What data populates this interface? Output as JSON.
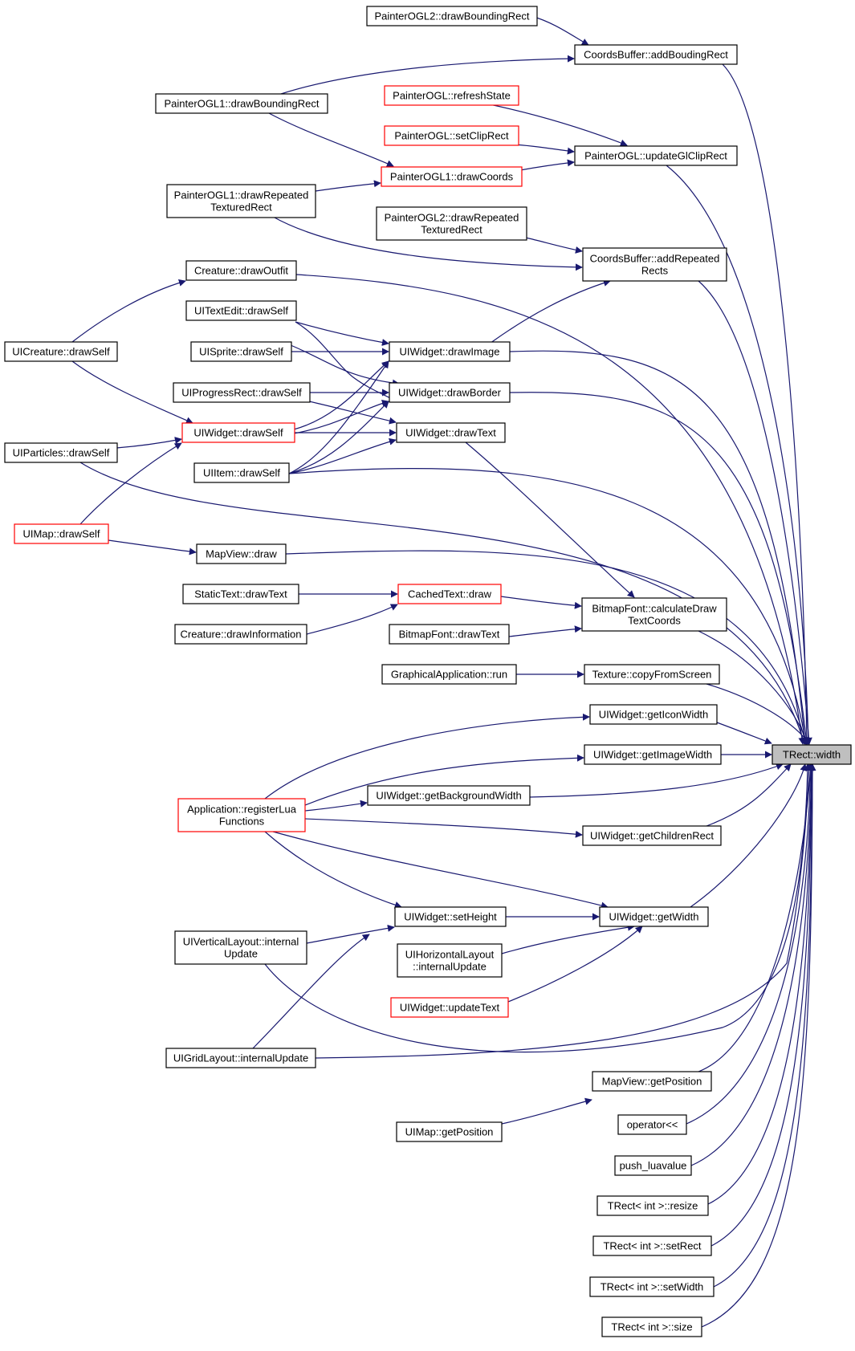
{
  "nodes": [
    {
      "id": "painterogl2-drawbounding",
      "lines": [
        "PainterOGL2::drawBoundingRect"
      ],
      "border": "black"
    },
    {
      "id": "coordsbuffer-addbouding",
      "lines": [
        "CoordsBuffer::addBoudingRect"
      ],
      "border": "black"
    },
    {
      "id": "painterogl1-drawbounding",
      "lines": [
        "PainterOGL1::drawBoundingRect"
      ],
      "border": "black"
    },
    {
      "id": "painterogl-refreshstate",
      "lines": [
        "PainterOGL::refreshState"
      ],
      "border": "red"
    },
    {
      "id": "painterogl-setcliprect",
      "lines": [
        "PainterOGL::setClipRect"
      ],
      "border": "red"
    },
    {
      "id": "painterogl-updateglcliprect",
      "lines": [
        "PainterOGL::updateGlClipRect"
      ],
      "border": "black"
    },
    {
      "id": "painterogl1-drawcoords",
      "lines": [
        "PainterOGL1::drawCoords"
      ],
      "border": "red"
    },
    {
      "id": "painterogl1-drawrepeated",
      "lines": [
        "PainterOGL1::drawRepeated",
        "TexturedRect"
      ],
      "border": "black"
    },
    {
      "id": "painterogl2-drawrepeated",
      "lines": [
        "PainterOGL2::drawRepeated",
        "TexturedRect"
      ],
      "border": "black"
    },
    {
      "id": "coordsbuffer-addrepeated",
      "lines": [
        "CoordsBuffer::addRepeated",
        "Rects"
      ],
      "border": "black"
    },
    {
      "id": "creature-drawoutfit",
      "lines": [
        "Creature::drawOutfit"
      ],
      "border": "black"
    },
    {
      "id": "uitextedit-drawself",
      "lines": [
        "UITextEdit::drawSelf"
      ],
      "border": "black"
    },
    {
      "id": "uicreature-drawself",
      "lines": [
        "UICreature::drawSelf"
      ],
      "border": "black"
    },
    {
      "id": "uisprite-drawself",
      "lines": [
        "UISprite::drawSelf"
      ],
      "border": "black"
    },
    {
      "id": "uiwidget-drawimage",
      "lines": [
        "UIWidget::drawImage"
      ],
      "border": "black"
    },
    {
      "id": "uiprogressrect-drawself",
      "lines": [
        "UIProgressRect::drawSelf"
      ],
      "border": "black"
    },
    {
      "id": "uiwidget-drawborder",
      "lines": [
        "UIWidget::drawBorder"
      ],
      "border": "black"
    },
    {
      "id": "uiwidget-drawself",
      "lines": [
        "UIWidget::drawSelf"
      ],
      "border": "red"
    },
    {
      "id": "uiwidget-drawtext",
      "lines": [
        "UIWidget::drawText"
      ],
      "border": "black"
    },
    {
      "id": "uiparticles-drawself",
      "lines": [
        "UIParticles::drawSelf"
      ],
      "border": "black"
    },
    {
      "id": "uiitem-drawself",
      "lines": [
        "UIItem::drawSelf"
      ],
      "border": "black"
    },
    {
      "id": "uimap-drawself",
      "lines": [
        "UIMap::drawSelf"
      ],
      "border": "red"
    },
    {
      "id": "mapview-draw",
      "lines": [
        "MapView::draw"
      ],
      "border": "black"
    },
    {
      "id": "statictext-drawtext",
      "lines": [
        "StaticText::drawText"
      ],
      "border": "black"
    },
    {
      "id": "cachedtext-draw",
      "lines": [
        "CachedText::draw"
      ],
      "border": "red"
    },
    {
      "id": "bitmapfont-calculatedraw",
      "lines": [
        "BitmapFont::calculateDraw",
        "TextCoords"
      ],
      "border": "black"
    },
    {
      "id": "creature-drawinformation",
      "lines": [
        "Creature::drawInformation"
      ],
      "border": "black"
    },
    {
      "id": "bitmapfont-drawtext",
      "lines": [
        "BitmapFont::drawText"
      ],
      "border": "black"
    },
    {
      "id": "graphicalapplication-run",
      "lines": [
        "GraphicalApplication::run"
      ],
      "border": "black"
    },
    {
      "id": "texture-copyfromscreen",
      "lines": [
        "Texture::copyFromScreen"
      ],
      "border": "black"
    },
    {
      "id": "uiwidget-geticonwidth",
      "lines": [
        "UIWidget::getIconWidth"
      ],
      "border": "black"
    },
    {
      "id": "uiwidget-getimagewidth",
      "lines": [
        "UIWidget::getImageWidth"
      ],
      "border": "black"
    },
    {
      "id": "trect-width",
      "lines": [
        "TRect::width"
      ],
      "border": "black",
      "fill": "gray"
    },
    {
      "id": "uiwidget-getbackgroundwidth",
      "lines": [
        "UIWidget::getBackgroundWidth"
      ],
      "border": "black"
    },
    {
      "id": "application-registerlua",
      "lines": [
        "Application::registerLua",
        "Functions"
      ],
      "border": "red"
    },
    {
      "id": "uiwidget-getchildrenrect",
      "lines": [
        "UIWidget::getChildrenRect"
      ],
      "border": "black"
    },
    {
      "id": "uiwidget-setheight",
      "lines": [
        "UIWidget::setHeight"
      ],
      "border": "black"
    },
    {
      "id": "uiwidget-getwidth",
      "lines": [
        "UIWidget::getWidth"
      ],
      "border": "black"
    },
    {
      "id": "uiverticallayout-internal",
      "lines": [
        "UIVerticalLayout::internal",
        "Update"
      ],
      "border": "black"
    },
    {
      "id": "uihorizontallayout-internal",
      "lines": [
        "UIHorizontalLayout",
        "::internalUpdate"
      ],
      "border": "black"
    },
    {
      "id": "uiwidget-updatetext",
      "lines": [
        "UIWidget::updateText"
      ],
      "border": "red"
    },
    {
      "id": "uigridlayout-internal",
      "lines": [
        "UIGridLayout::internalUpdate"
      ],
      "border": "black"
    },
    {
      "id": "mapview-getposition",
      "lines": [
        "MapView::getPosition"
      ],
      "border": "black"
    },
    {
      "id": "uimap-getposition",
      "lines": [
        "UIMap::getPosition"
      ],
      "border": "black"
    },
    {
      "id": "operator-shift",
      "lines": [
        "operator<<"
      ],
      "border": "black"
    },
    {
      "id": "push-luavalue",
      "lines": [
        "push_luavalue"
      ],
      "border": "black"
    },
    {
      "id": "trect-resize",
      "lines": [
        "TRect< int >::resize"
      ],
      "border": "black"
    },
    {
      "id": "trect-setrect",
      "lines": [
        "TRect< int >::setRect"
      ],
      "border": "black"
    },
    {
      "id": "trect-setwidth",
      "lines": [
        "TRect< int >::setWidth"
      ],
      "border": "black"
    },
    {
      "id": "trect-size",
      "lines": [
        "TRect< int >::size"
      ],
      "border": "black"
    }
  ],
  "colors": {
    "edge": "#191970",
    "red_border": "#ff0000",
    "highlight_fill": "#bfbfbf"
  }
}
